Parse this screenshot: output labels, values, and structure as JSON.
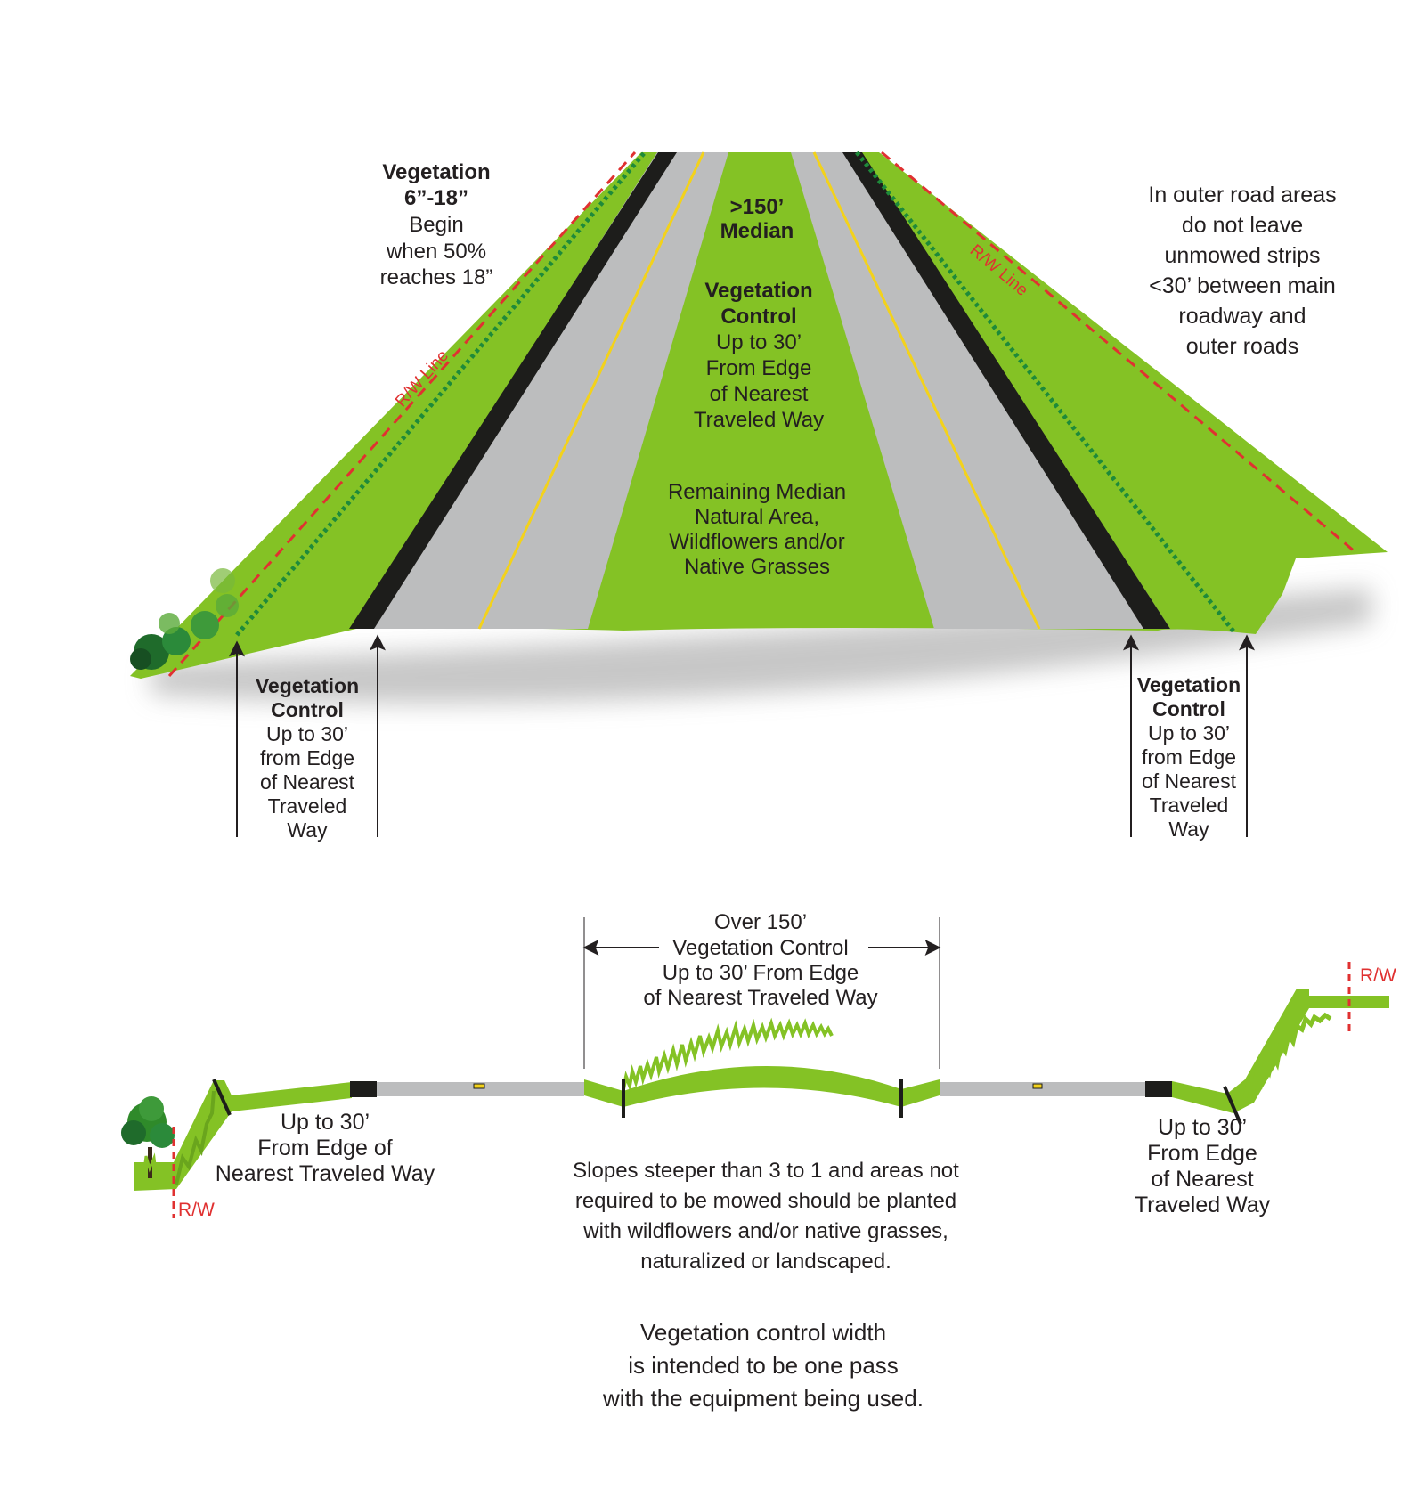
{
  "colors": {
    "grass": "#84c225",
    "pavement": "#bcbdbe",
    "shoulder": "#1d1d1b",
    "yellow_line": "#f3d21b",
    "rw_line": "#e03131",
    "dotted_green": "#1e8a3a",
    "text": "#231f20"
  },
  "top": {
    "veg_left": [
      "Vegetation",
      "6”-18”",
      "Begin",
      "when 50%",
      "reaches 18”"
    ],
    "median": [
      ">150’",
      "Median"
    ],
    "median_control": [
      "Vegetation",
      "Control",
      "Up to 30’",
      "From Edge",
      "of Nearest",
      "Traveled Way"
    ],
    "remaining": [
      "Remaining Median",
      "Natural Area,",
      "Wildflowers and/or",
      "Native Grasses"
    ],
    "outer_note": [
      "In outer road areas",
      "do not leave",
      "unmowed strips",
      "<30’ between main",
      "roadway and",
      "outer roads"
    ],
    "rw_line_label": "R/W Line",
    "left_control": [
      "Vegetation",
      "Control",
      "Up to 30’",
      "from Edge",
      "of Nearest",
      "Traveled",
      "Way"
    ],
    "right_control": [
      "Vegetation",
      "Control",
      "Up to 30’",
      "from Edge",
      "of Nearest",
      "Traveled",
      "Way"
    ]
  },
  "bottom": {
    "over150": [
      "Over 150’",
      "Vegetation Control",
      "Up to 30’ From Edge",
      "of Nearest Traveled Way"
    ],
    "left_upto": [
      "Up to 30’",
      "From Edge of",
      "Nearest Traveled Way"
    ],
    "right_upto": [
      "Up to 30’",
      "From Edge",
      "of Nearest",
      "Traveled Way"
    ],
    "slopes_note": [
      "Slopes steeper than 3 to 1 and areas not",
      "required to be mowed should be planted",
      "with wildflowers and/or native grasses,",
      "naturalized or landscaped."
    ],
    "width_note": [
      "Vegetation control width",
      "is intended to be one pass",
      "with the equipment being used."
    ],
    "rw_label": "R/W"
  }
}
